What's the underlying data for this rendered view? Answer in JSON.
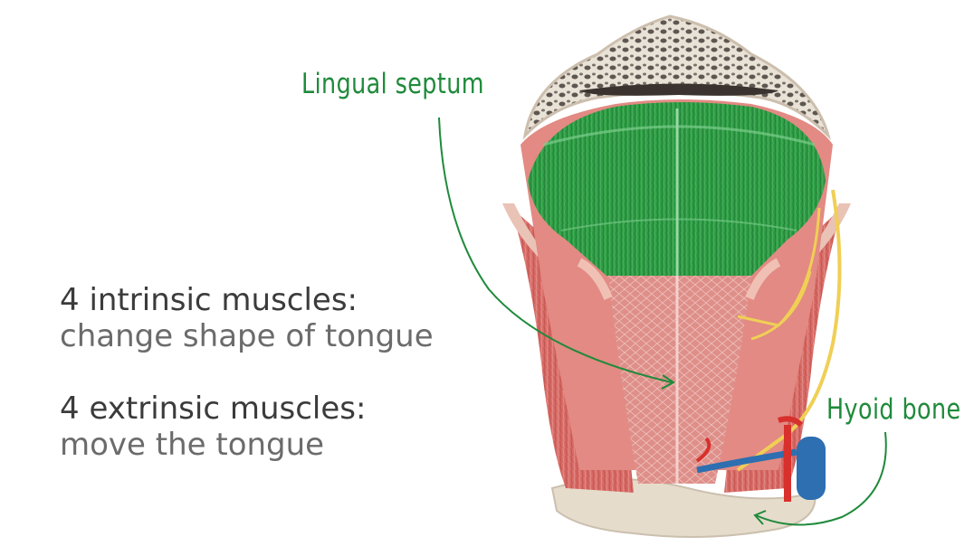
{
  "labels": {
    "lingual_septum": "Lingual septum",
    "hyoid_bone": "Hyoid bone"
  },
  "text": {
    "intrinsic_heading": "4 intrinsic muscles:",
    "intrinsic_desc": "change shape of tongue",
    "extrinsic_heading": "4 extrinsic muscles:",
    "extrinsic_desc": "move the tongue"
  },
  "colors": {
    "highlight": "#1f8a3b",
    "muscle": "#d9736e",
    "bone": "#e8dccb"
  }
}
